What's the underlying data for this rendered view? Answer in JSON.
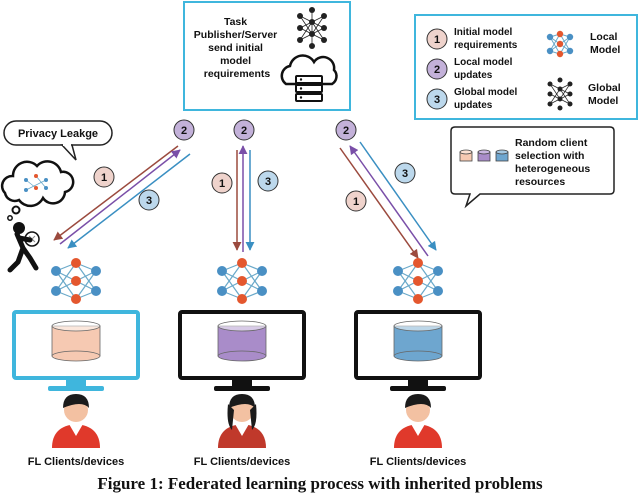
{
  "server": {
    "lines": [
      "Task",
      "Publisher/Server",
      "send initial",
      "model",
      "requirements"
    ]
  },
  "legend": {
    "items": [
      {
        "num": "1",
        "lines": [
          "Initial model",
          "requirements"
        ],
        "color": "#efd3cc"
      },
      {
        "num": "2",
        "lines": [
          "Local model",
          "updates"
        ],
        "color": "#c3b1d9"
      },
      {
        "num": "3",
        "lines": [
          "Global model",
          "updates"
        ],
        "color": "#bcd8ec"
      }
    ],
    "local_model": [
      "Local",
      "Model"
    ],
    "global_model": [
      "Global",
      "Model"
    ]
  },
  "privacy": {
    "label": "Privacy Leakge"
  },
  "callout": {
    "lines": [
      "Random client",
      "selection with",
      "heterogeneous",
      "resources"
    ]
  },
  "clients": [
    {
      "label": "FL Clients/devices",
      "monitor_frame": "#3fb6dd",
      "db_color": "#f6c9b2"
    },
    {
      "label": "FL Clients/devices",
      "monitor_frame": "#111111",
      "db_color": "#a98cc9"
    },
    {
      "label": "FL Clients/devices",
      "monitor_frame": "#111111",
      "db_color": "#6ea6cf"
    }
  ],
  "arrow_colors": {
    "red": "#9b4a3e",
    "purple": "#7a4fa8",
    "blue": "#3a8fc2"
  },
  "caption": "Figure 1: Federated learning process with inherited problems"
}
